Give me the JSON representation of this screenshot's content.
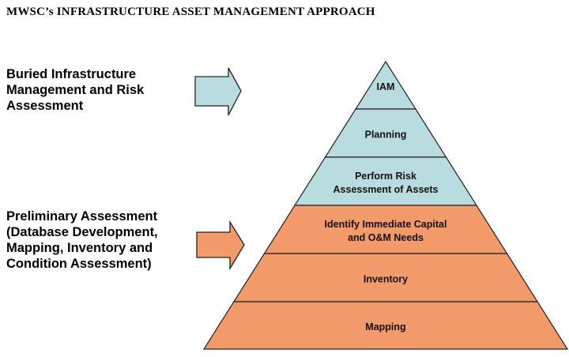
{
  "title": "MWSC’s INFRASTRUCTURE ASSET MANAGEMENT APPROACH",
  "side_labels": {
    "top": "Buried Infrastructure\nManagement and Risk\nAssessment",
    "bottom": "Preliminary Assessment\n(Database Development,\nMapping, Inventory and\nCondition Assessment)"
  },
  "pyramid": {
    "tiers": [
      {
        "lines": [
          "IAM"
        ],
        "group": "top"
      },
      {
        "lines": [
          "Planning"
        ],
        "group": "top"
      },
      {
        "lines": [
          "Perform Risk",
          "Assessment of Assets"
        ],
        "group": "top"
      },
      {
        "lines": [
          "Identify Immediate Capital",
          "and O&M Needs"
        ],
        "group": "bottom"
      },
      {
        "lines": [
          "Inventory"
        ],
        "group": "bottom"
      },
      {
        "lines": [
          "Mapping"
        ],
        "group": "bottom"
      }
    ]
  },
  "colors": {
    "top_fill": "#b8dcdf",
    "bottom_fill": "#f39a6a",
    "outline": "#222222"
  }
}
